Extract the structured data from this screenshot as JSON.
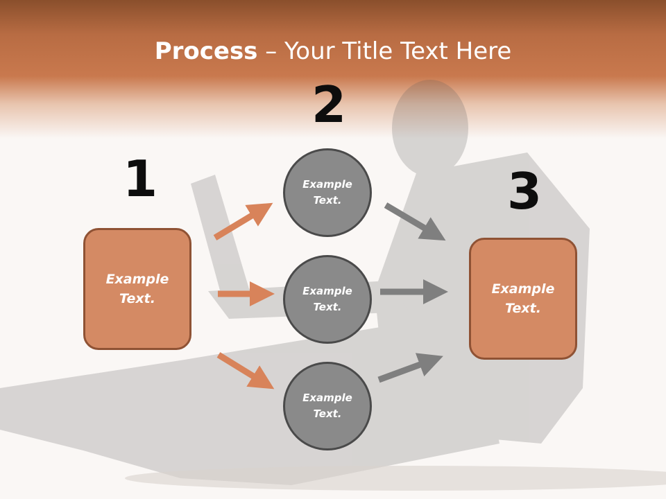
{
  "slide": {
    "title_bold": "Process",
    "title_rest": " – Your Title Text Here"
  },
  "steps": {
    "n1": "1",
    "n2": "2",
    "n3": "3"
  },
  "box_left": {
    "line1": "Example",
    "line2": "Text."
  },
  "box_right": {
    "line1": "Example",
    "line2": "Text."
  },
  "circles": [
    {
      "line1": "Example",
      "line2": "Text."
    },
    {
      "line1": "Example",
      "line2": "Text."
    },
    {
      "line1": "Example",
      "line2": "Text."
    }
  ],
  "colors": {
    "accent": "#d48a64",
    "accent_border": "#8f5234",
    "circle_fill": "#8a8a8a",
    "arrow_left": "#d8835a",
    "arrow_right": "#7f7f7f"
  }
}
